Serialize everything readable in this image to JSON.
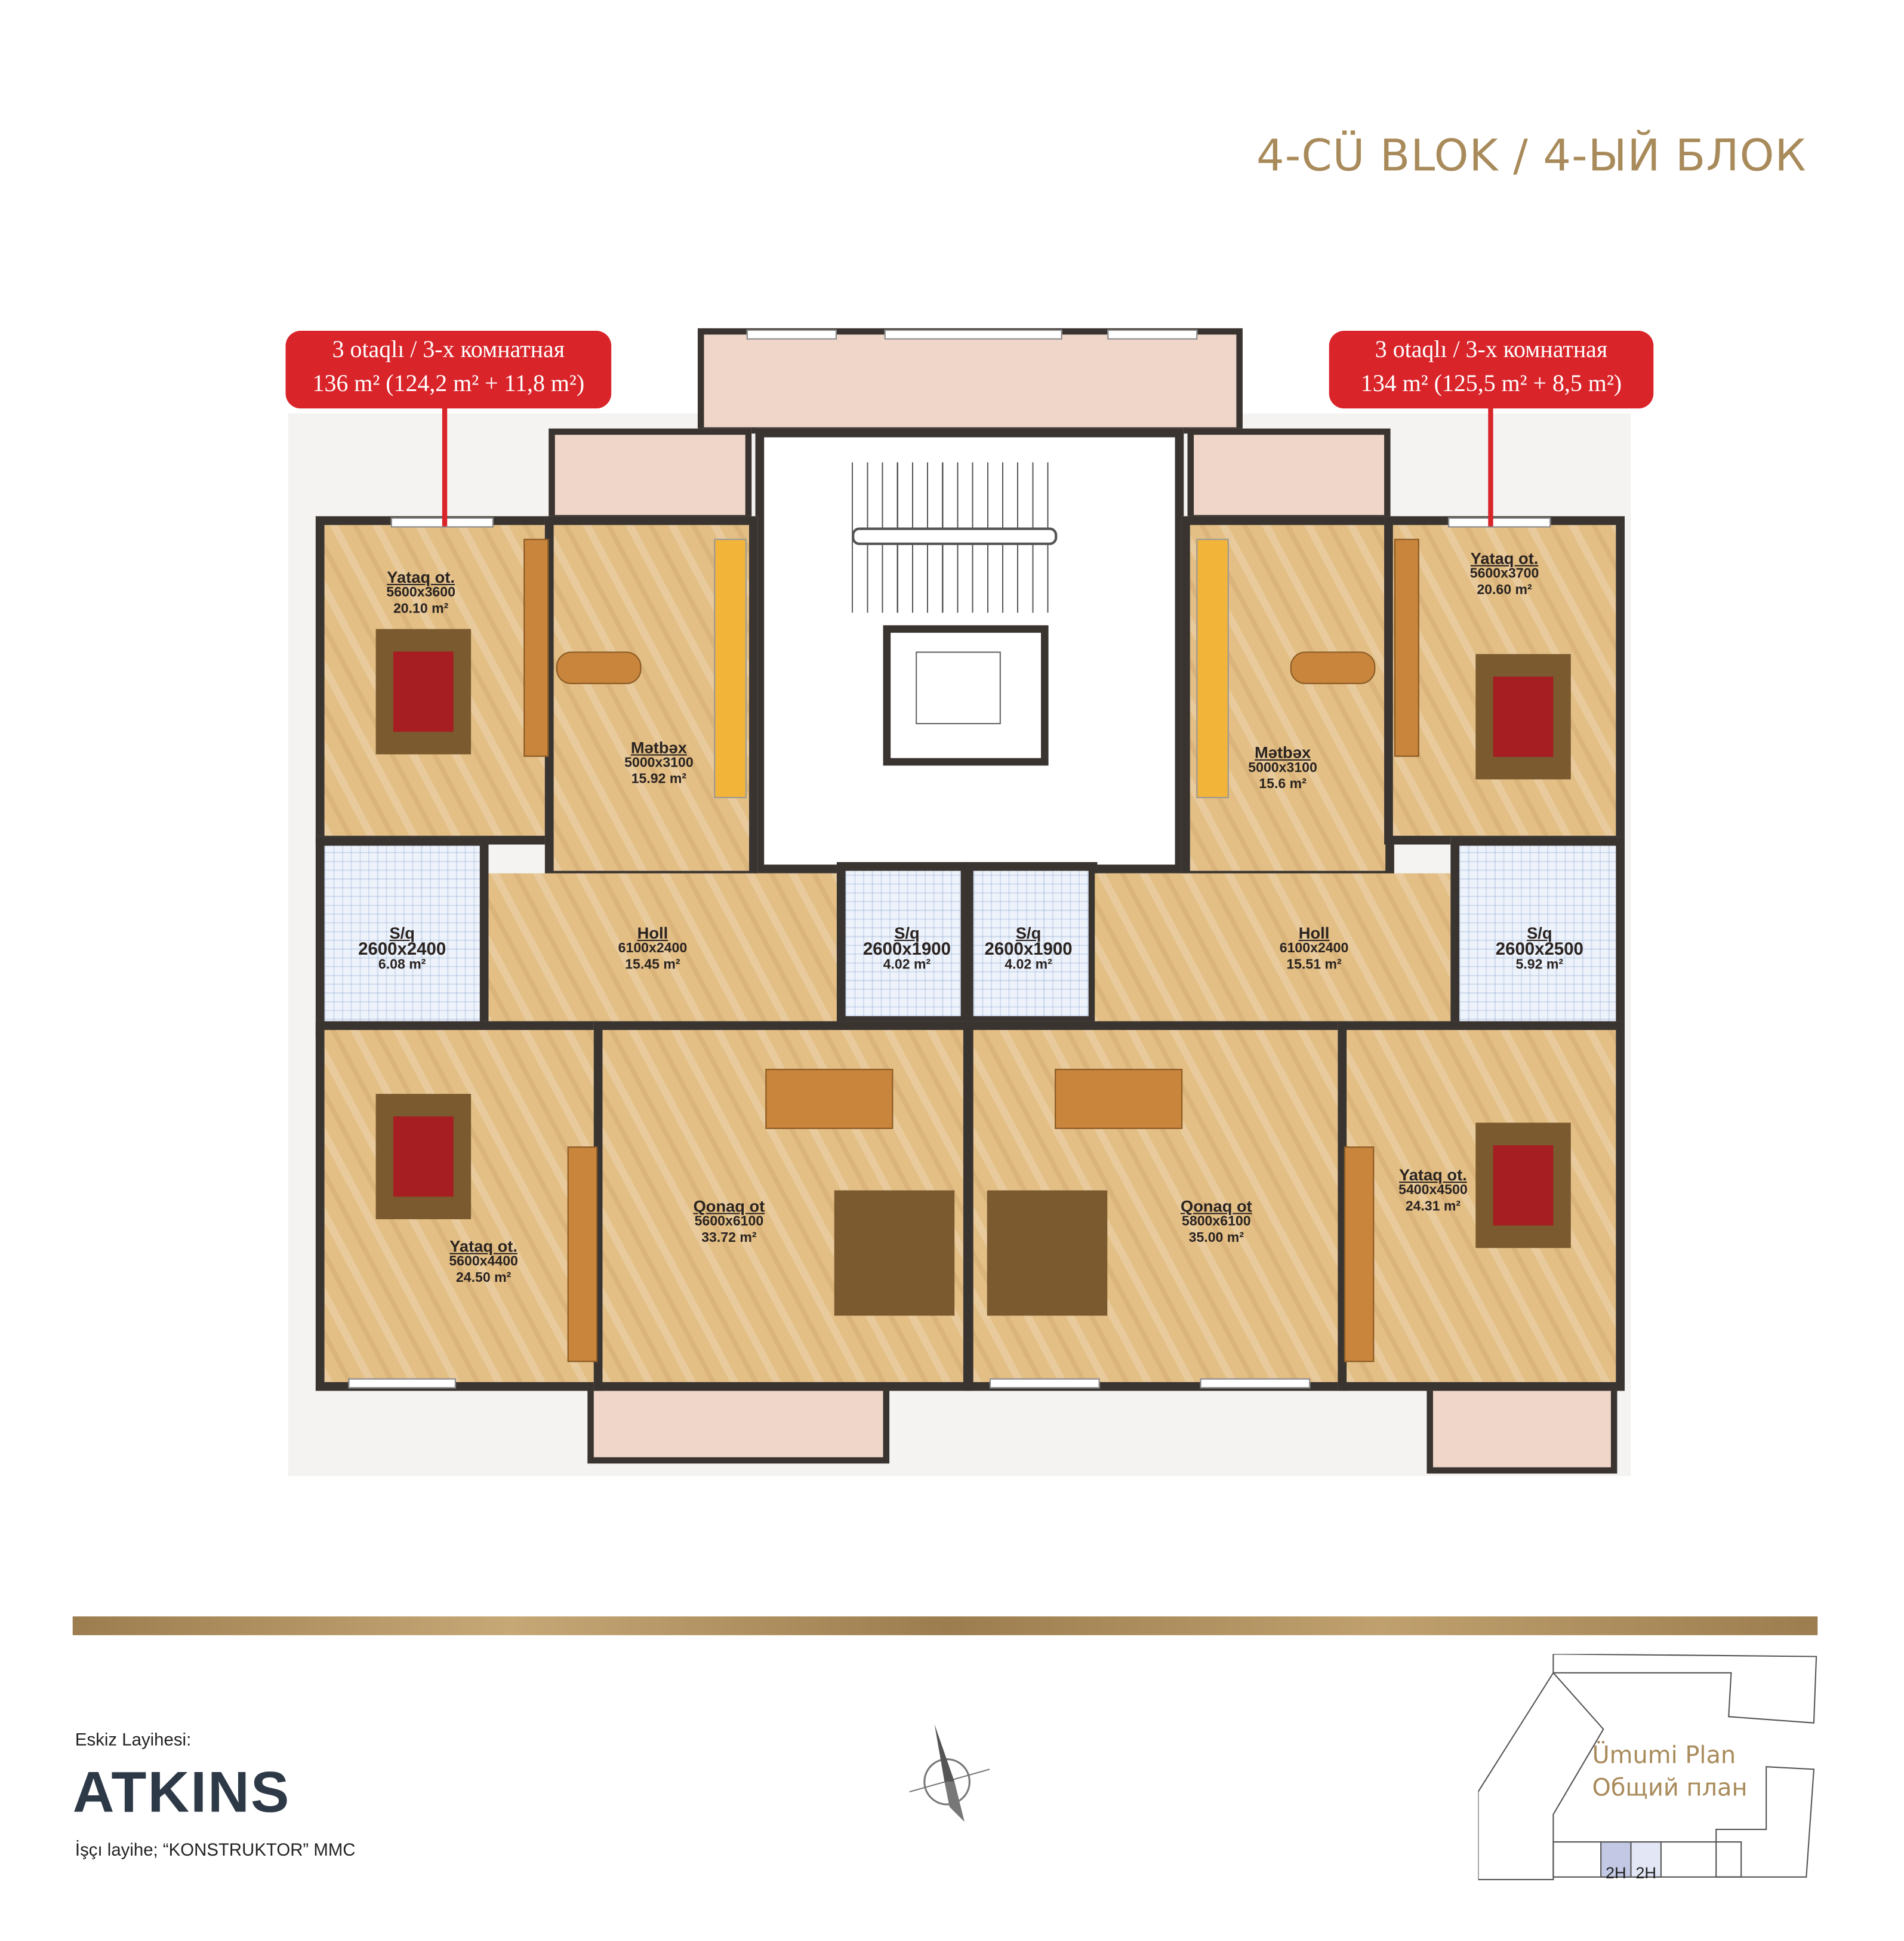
{
  "header": {
    "title": "4-CÜ BLOK / 4-ЫЙ БЛОК"
  },
  "callouts": [
    {
      "line1": "3 otaqlı / 3-х комнатная",
      "line2": "136 m² (124,2 m² + 11,8 m²)"
    },
    {
      "line1": "3 otaqlı / 3-х комнатная",
      "line2": "134 m² (125,5 m² + 8,5 m²)"
    }
  ],
  "rooms": [
    {
      "name": "Yataq ot.",
      "dims": "5600x3600",
      "area": "20.10 m²"
    },
    {
      "name": "Mətbəx",
      "dims": "5000x3100",
      "area": "15.92 m²"
    },
    {
      "name": "S/q",
      "dims": "2600x2400",
      "area": "6.08 m²"
    },
    {
      "name": "Holl",
      "dims": "6100x2400",
      "area": "15.45 m²"
    },
    {
      "name": "S/q",
      "dims": "2600x1900",
      "area": "4.02 m²"
    },
    {
      "name": "Yataq ot.",
      "dims": "5600x4400",
      "area": "24.50 m²"
    },
    {
      "name": "Qonaq ot",
      "dims": "5600x6100",
      "area": "33.72 m²"
    },
    {
      "name": "S/q",
      "dims": "2600x1900",
      "area": "4.02 m²"
    },
    {
      "name": "Holl",
      "dims": "6100x2400",
      "area": "15.51 m²"
    },
    {
      "name": "Mətbəx",
      "dims": "5000x3100",
      "area": "15.6 m²"
    },
    {
      "name": "Yataq ot.",
      "dims": "5600x3700",
      "area": "20.60 m²"
    },
    {
      "name": "S/q",
      "dims": "2600x2500",
      "area": "5.92 m²"
    },
    {
      "name": "Qonaq ot",
      "dims": "5800x6100",
      "area": "35.00 m²"
    },
    {
      "name": "Yataq ot.",
      "dims": "5400x4500",
      "area": "24.31 m²"
    }
  ],
  "footer": {
    "eskiz_label": "Eskiz Layihesi:",
    "brand": "ATKINS",
    "worker_project": "İşçı layihe; “KONSTRUKTOR” MMC",
    "compass_icon": "north-arrow-compass"
  },
  "site_plan": {
    "title_az": "Ümumi Plan",
    "title_ru": "Общий план",
    "units": [
      "2H",
      "2H"
    ],
    "highlight_colors": [
      "#c3c9e4",
      "#e3e7f5"
    ]
  }
}
